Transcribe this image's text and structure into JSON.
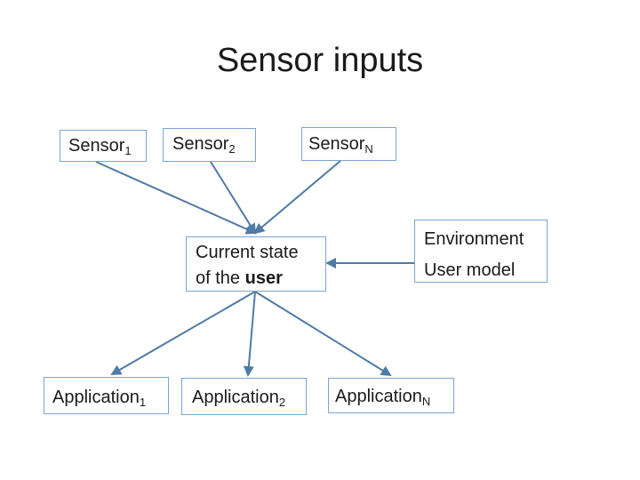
{
  "title": "Sensor inputs",
  "sensors": {
    "s1": {
      "base": "Sensor",
      "sub": "1"
    },
    "s2": {
      "base": "Sensor",
      "sub": "2"
    },
    "sn": {
      "base": "Sensor",
      "sub": "N"
    }
  },
  "state": {
    "line1": "Current state",
    "line2_prefix": "of the ",
    "line2_bold": "user"
  },
  "env": {
    "line1": "Environment",
    "line2": "User model"
  },
  "apps": {
    "a1": {
      "base": "Application",
      "sub": "1"
    },
    "a2": {
      "base": "Application",
      "sub": "2"
    },
    "an": {
      "base": "Application",
      "sub": "N"
    }
  },
  "colors": {
    "connector": "#4f7ba6",
    "box_border": "#7aa6cf"
  }
}
